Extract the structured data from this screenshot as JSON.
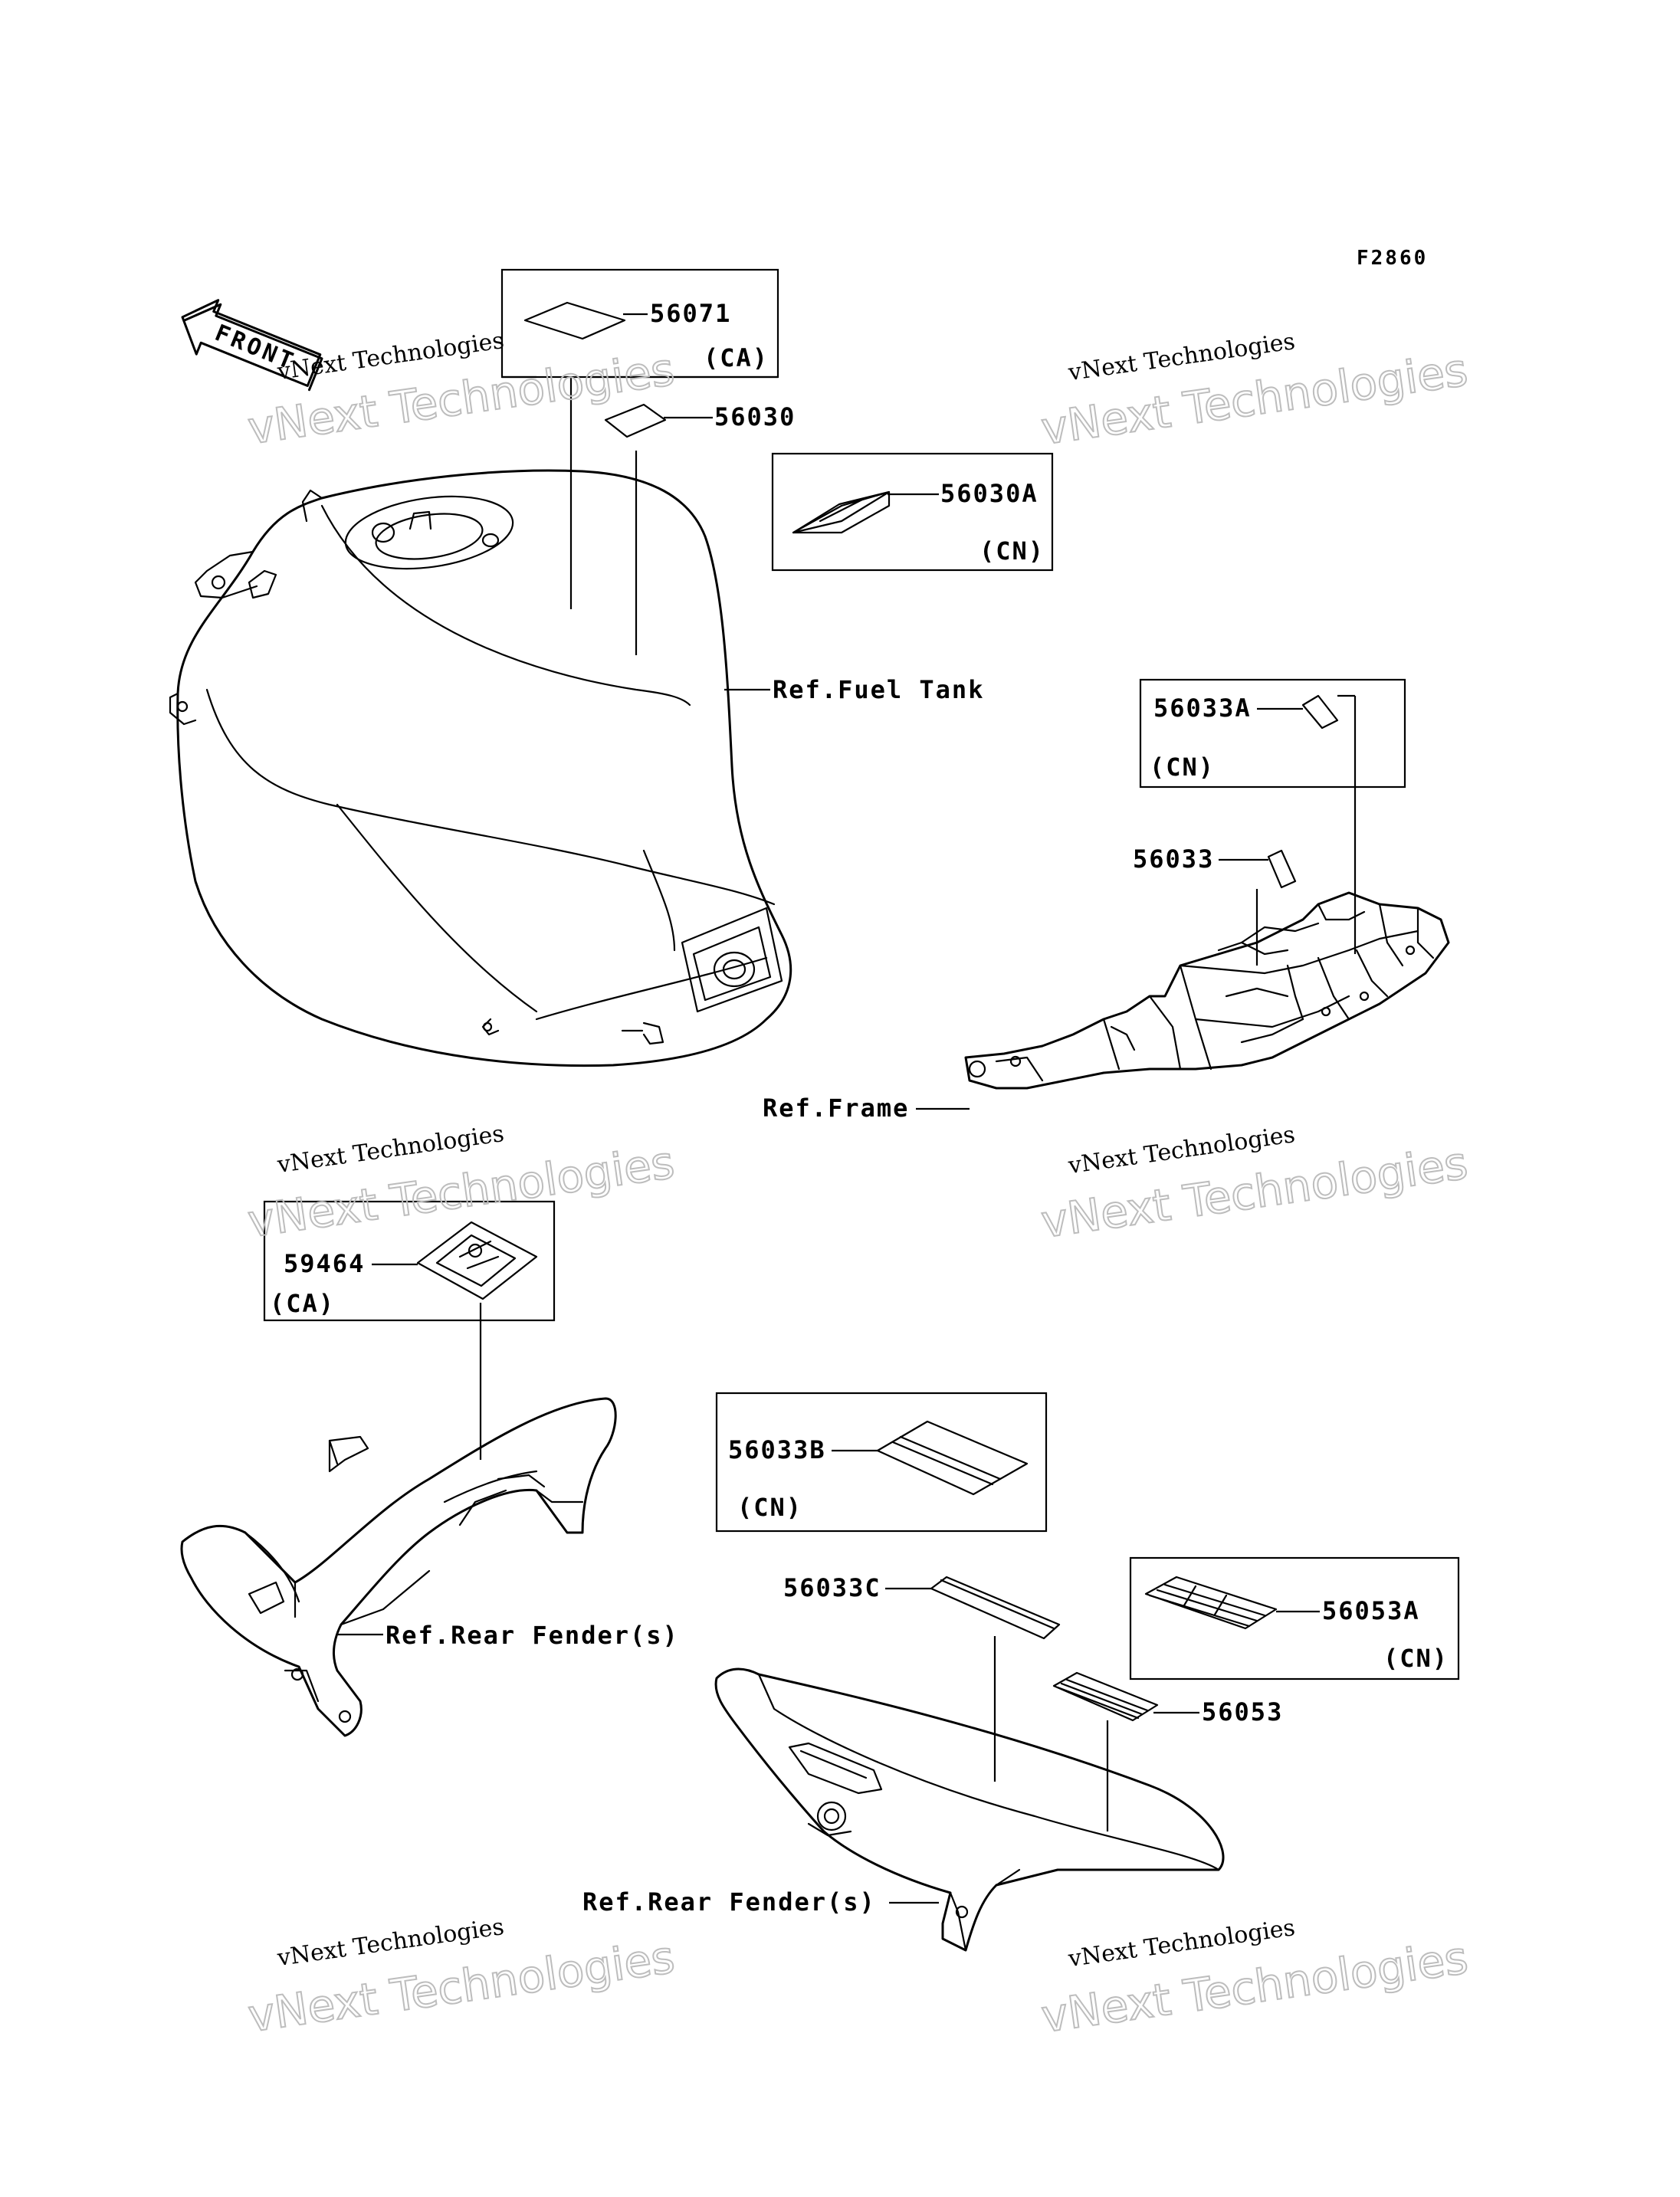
{
  "figure_code": "F2860",
  "front_arrow": {
    "label": "FRONT"
  },
  "watermark": {
    "line1": "vNext Technologies",
    "line2": "vNext Technologies"
  },
  "parts": {
    "p56071": {
      "number": "56071",
      "region": "(CA)"
    },
    "p56030": {
      "number": "56030"
    },
    "p56030A": {
      "number": "56030A",
      "region": "(CN)"
    },
    "p56033A": {
      "number": "56033A",
      "region": "(CN)"
    },
    "p56033": {
      "number": "56033"
    },
    "p59464": {
      "number": "59464",
      "region": "(CA)"
    },
    "p56033B": {
      "number": "56033B",
      "region": "(CN)"
    },
    "p56033C": {
      "number": "56033C"
    },
    "p56053A": {
      "number": "56053A",
      "region": "(CN)"
    },
    "p56053": {
      "number": "56053"
    }
  },
  "references": {
    "fuel_tank": "Ref.Fuel Tank",
    "frame": "Ref.Frame",
    "rear_fender_1": "Ref.Rear Fender(s)",
    "rear_fender_2": "Ref.Rear Fender(s)"
  }
}
